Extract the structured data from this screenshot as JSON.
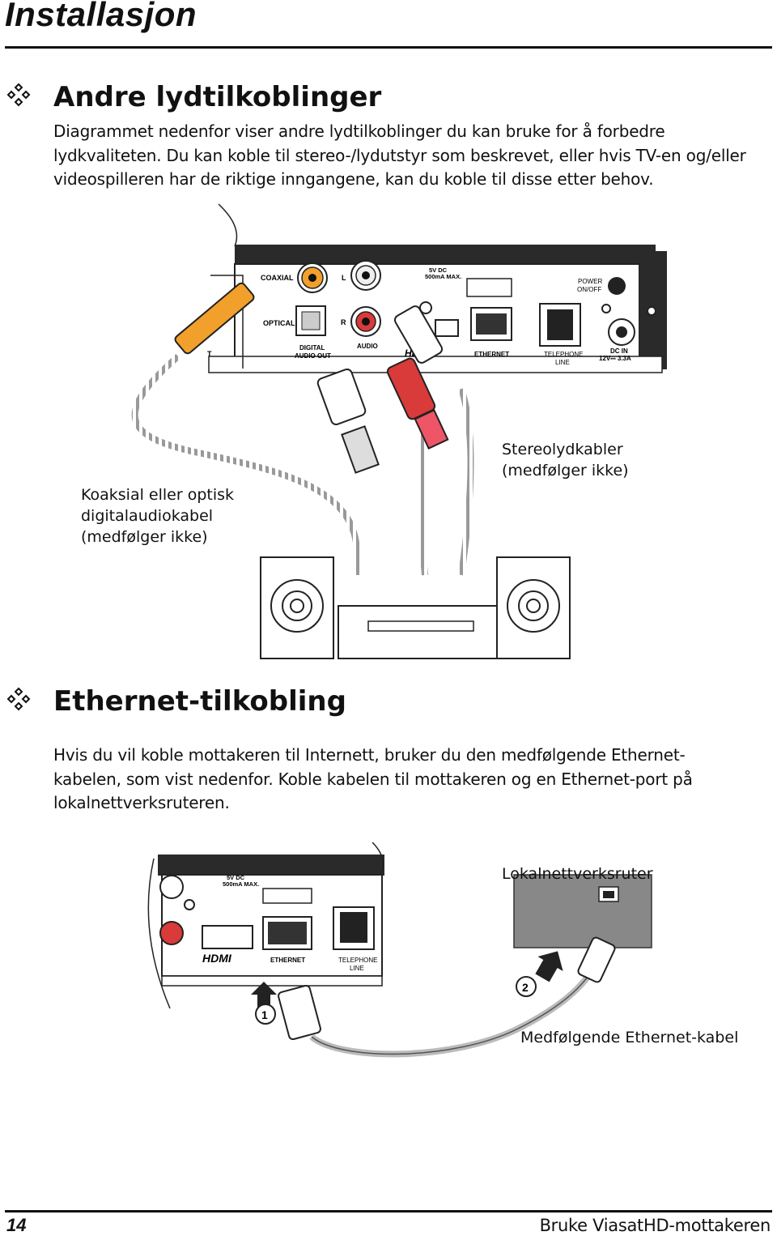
{
  "page": {
    "title": "Installasjon",
    "page_number": "14",
    "footer_title": "Bruke ViasatHD-mottakeren"
  },
  "section_audio": {
    "heading": "Andre lydtilkoblinger",
    "body": "Diagrammet nedenfor viser andre lydtilkoblinger du kan bruke for å forbedre lydkvaliteten. Du kan koble til stereo-/lydutstyr som beskrevet, eller hvis TV-en og/eller videospilleren har de riktige inngangene, kan du koble til disse etter behov.",
    "figure": {
      "callout_left": "Koaksial eller optisk\ndigitalaudiokabel\n(medfølger ikke)",
      "callout_right": "Stereolydkabler\n(medfølger ikke)",
      "panel_labels": {
        "coaxial": "COAXIAL",
        "optical": "OPTICAL",
        "digital_audio_out_1": "DIGITAL",
        "digital_audio_out_2": "AUDIO OUT",
        "left": "L",
        "right": "R",
        "audio": "AUDIO",
        "usb_1": "5V DC",
        "usb_2": "500mA MAX.",
        "hdmi": "HDMI",
        "ethernet": "ETHERNET",
        "telephone_1": "TELEPHONE",
        "telephone_2": "LINE",
        "power_1": "POWER",
        "power_2": "ON/OFF",
        "dc_1": "DC IN",
        "dc_2": "12V⎓ 3.3A",
        "t": "T"
      }
    }
  },
  "section_ethernet": {
    "heading": "Ethernet-tilkobling",
    "body": "Hvis du vil koble mottakeren til Internett, bruker du den medfølgende Ethernet-kabelen, som vist nedenfor. Koble kabelen til mottakeren og en Ethernet-port på lokalnettverksruteren.",
    "figure": {
      "router_label": "Lokalnettverksruter",
      "cable_label": "Medfølgende Ethernet-kabel",
      "step_1": "1",
      "step_2": "2",
      "panel_labels": {
        "usb_1": "5V DC",
        "usb_2": "500mA MAX.",
        "hdmi": "HDMI",
        "ethernet": "ETHERNET",
        "telephone_1": "TELEPHONE",
        "telephone_2": "LINE"
      }
    }
  },
  "icons": {
    "section_bullet": "four-diamond-bullet-icon"
  }
}
